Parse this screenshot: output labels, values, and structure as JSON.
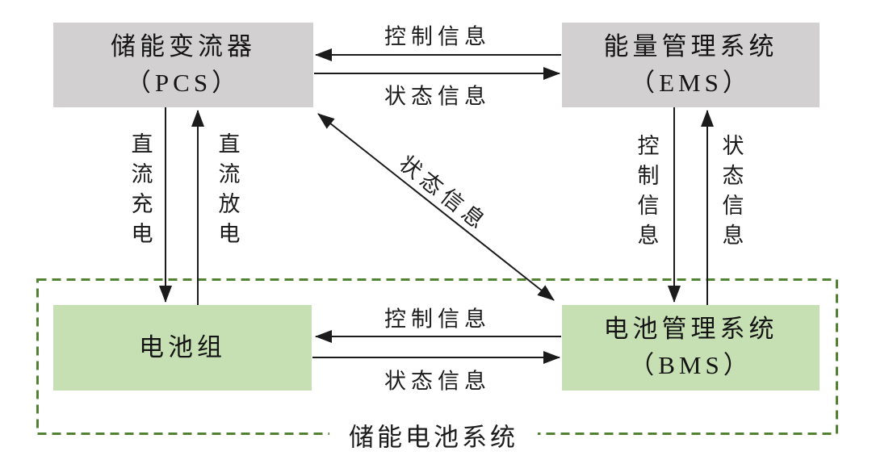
{
  "diagram": {
    "nodes": {
      "pcs": {
        "title": "储能变流器",
        "subtitle": "（PCS）"
      },
      "ems": {
        "title": "能量管理系统",
        "subtitle": "（EMS）"
      },
      "battery_pack": {
        "title": "电池组"
      },
      "bms": {
        "title": "电池管理系统",
        "subtitle": "（BMS）"
      }
    },
    "edges": {
      "ems_to_pcs_control": {
        "label": "控制信息",
        "from": "ems",
        "to": "pcs"
      },
      "pcs_to_ems_status": {
        "label": "状态信息",
        "from": "pcs",
        "to": "ems"
      },
      "pcs_to_battery_dc_charge": {
        "label": "直流充电",
        "from": "pcs",
        "to": "battery_pack"
      },
      "battery_to_pcs_dc_discharge": {
        "label": "直流放电",
        "from": "battery_pack",
        "to": "pcs"
      },
      "ems_to_bms_control": {
        "label": "控制信息",
        "from": "ems",
        "to": "bms"
      },
      "bms_to_ems_status": {
        "label": "状态信息",
        "from": "bms",
        "to": "ems"
      },
      "bms_pcs_status_diagonal": {
        "label": "状态信息",
        "from": "bms",
        "to": "pcs",
        "bidirectional": true
      },
      "bms_to_battery_control": {
        "label": "控制信息",
        "from": "bms",
        "to": "battery_pack"
      },
      "battery_to_bms_status": {
        "label": "状态信息",
        "from": "battery_pack",
        "to": "bms"
      }
    },
    "group": {
      "label": "储能电池系统"
    },
    "colors": {
      "node_gray": "#d2d0d0",
      "node_green": "#c6e0b4",
      "group_border": "#548235",
      "line": "#1b1b1b"
    }
  }
}
